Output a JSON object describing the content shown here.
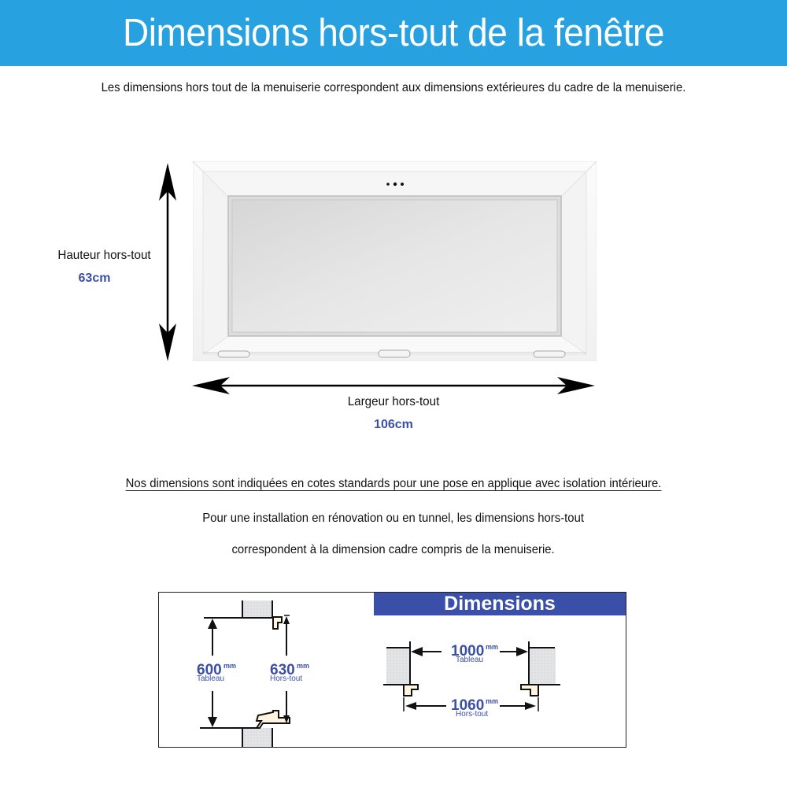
{
  "header": {
    "title": "Dimensions hors-tout de la fenêtre",
    "background_color": "#27a1df"
  },
  "intro": {
    "text": "Les dimensions hors tout de la menuiserie correspondent aux dimensions extérieures du cadre de la menuiserie."
  },
  "window_diagram": {
    "height_label": "Hauteur hors-tout",
    "height_value": "63cm",
    "width_label": "Largeur hors-tout",
    "width_value": "106cm",
    "value_color": "#3a4fa5"
  },
  "notes": {
    "underlined": "Nos dimensions sont indiquées en cotes standards pour une pose en applique avec isolation intérieure.",
    "line1": "Pour une installation en rénovation ou en tunnel, les dimensions hors-tout",
    "line2": "correspondent à la dimension cadre compris de la menuiserie."
  },
  "technical_diagram": {
    "banner_title": "Dimensions",
    "banner_color": "#3a4fa8",
    "vertical": {
      "tableau_value": "600",
      "tableau_unit": "mm",
      "tableau_label": "Tableau",
      "horstout_value": "630",
      "horstout_unit": "mm",
      "horstout_label": "Hors-tout"
    },
    "horizontal": {
      "tableau_value": "1000",
      "tableau_unit": "mm",
      "tableau_label": "Tableau",
      "horstout_value": "1060",
      "horstout_unit": "mm",
      "horstout_label": "Hors-tout"
    }
  }
}
